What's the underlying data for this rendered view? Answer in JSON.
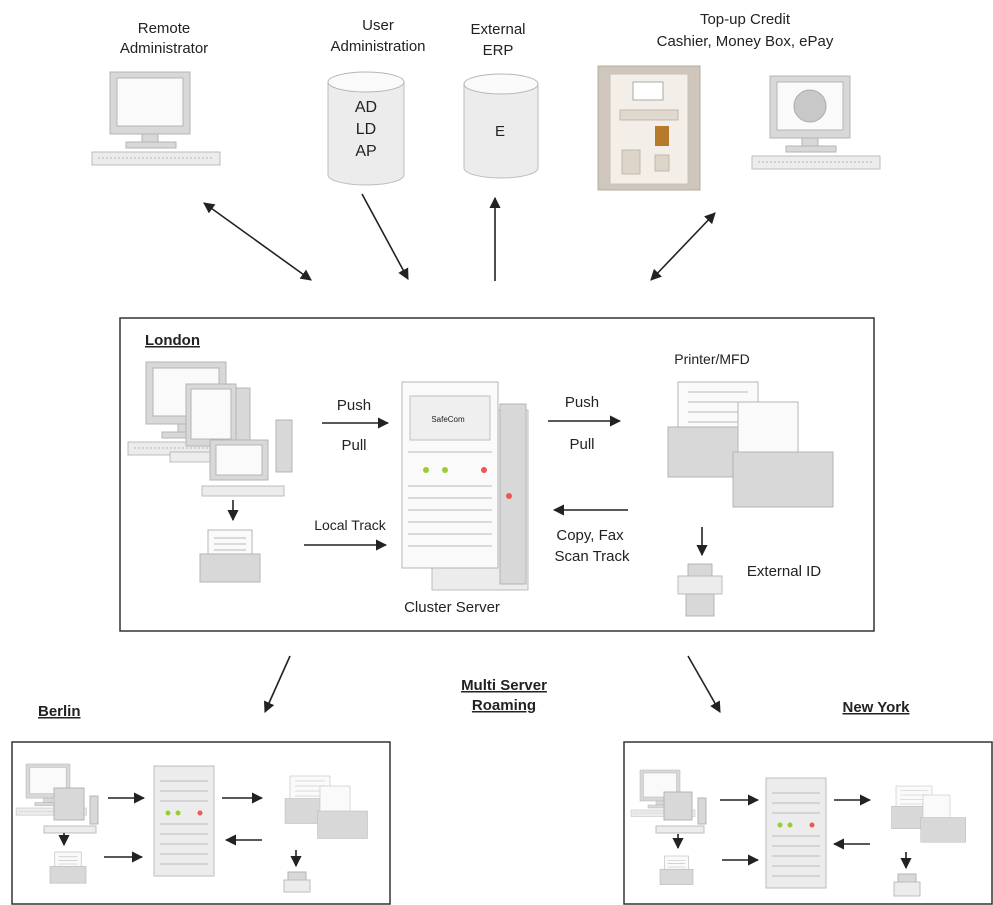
{
  "top": {
    "remote_admin": [
      "Remote",
      "Administrator"
    ],
    "user_admin": [
      "User",
      "Administration"
    ],
    "user_admin_db": [
      "AD",
      "LD",
      "AP"
    ],
    "external_erp": [
      "External",
      "ERP"
    ],
    "external_erp_db": "E",
    "topup": [
      "Top-up Credit",
      "Cashier, Money Box, ePay"
    ]
  },
  "london": {
    "title": "London",
    "push_left": "Push",
    "pull_left": "Pull",
    "push_right": "Push",
    "pull_right": "Pull",
    "printer_mfd": "Printer/MFD",
    "local_track": "Local Track",
    "copy_fax": "Copy, Fax",
    "scan_track": "Scan Track",
    "external_id": "External ID",
    "cluster_server": "Cluster Server",
    "server_brand": "SafeCom"
  },
  "multi_server": [
    "Multi Server",
    "Roaming"
  ],
  "berlin": {
    "title": "Berlin"
  },
  "newyork": {
    "title": "New York"
  }
}
